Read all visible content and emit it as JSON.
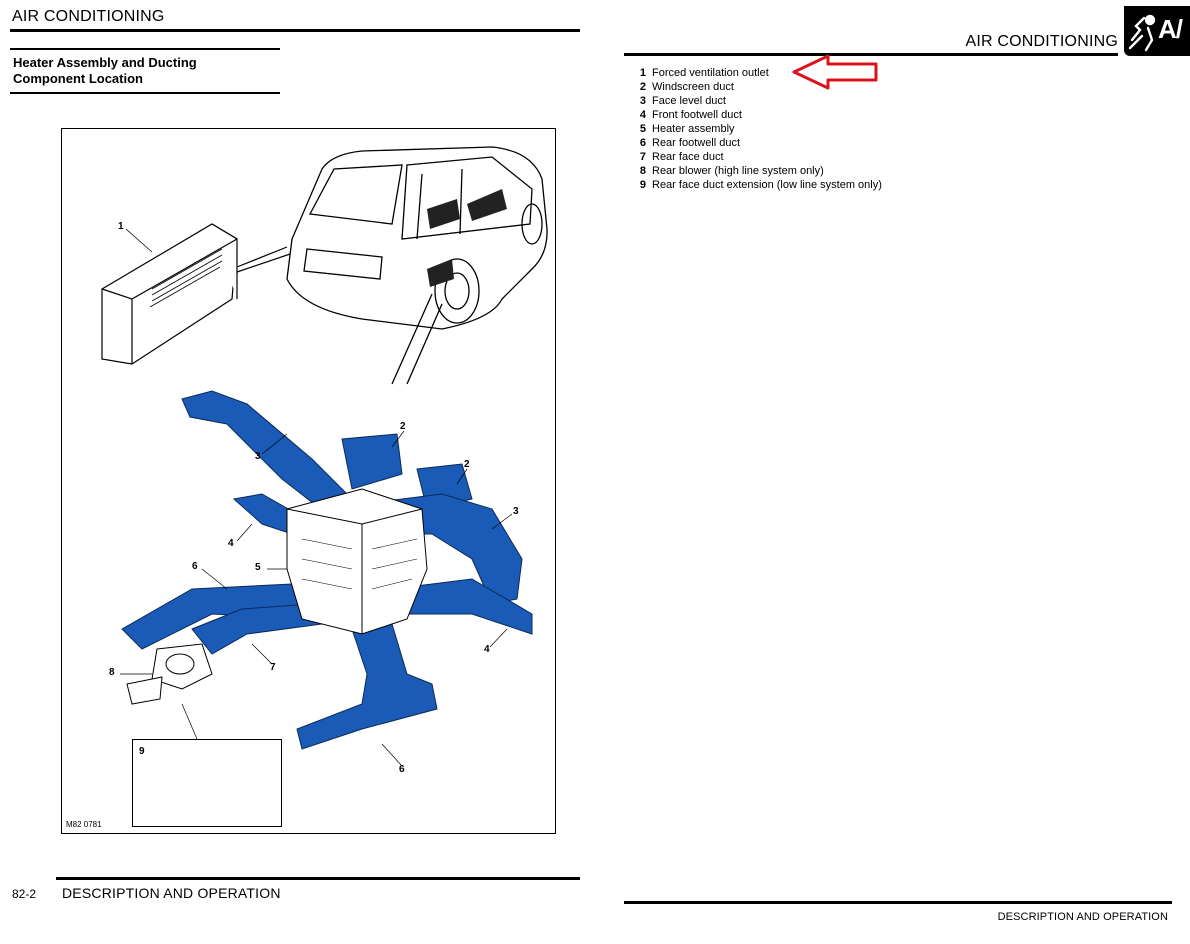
{
  "left_page": {
    "header": "AIR CONDITIONING",
    "section_title_line1": "Heater Assembly and Ducting",
    "section_title_line2": "Component Location",
    "footer_page": "82-2",
    "footer_title": "DESCRIPTION AND OPERATION"
  },
  "right_page": {
    "header": "AIR CONDITIONING",
    "logo_text": "A/",
    "footer_title": "DESCRIPTION AND OPERATION"
  },
  "figure": {
    "ref": "M82 0781",
    "callouts": [
      "1",
      "2",
      "3",
      "2",
      "3",
      "4",
      "5",
      "6",
      "7",
      "8",
      "4",
      "6",
      "9"
    ]
  },
  "legend": [
    {
      "num": "1",
      "text": "Forced ventilation outlet"
    },
    {
      "num": "2",
      "text": "Windscreen duct"
    },
    {
      "num": "3",
      "text": "Face level duct"
    },
    {
      "num": "4",
      "text": "Front footwell duct"
    },
    {
      "num": "5",
      "text": "Heater assembly"
    },
    {
      "num": "6",
      "text": "Rear footwell duct"
    },
    {
      "num": "7",
      "text": "Rear face duct"
    },
    {
      "num": "8",
      "text": "Rear blower (high line system only)"
    },
    {
      "num": "9",
      "text": "Rear face duct extension (low line system only)"
    }
  ],
  "colors": {
    "duct_blue": "#1a5bb8",
    "arrow_red": "#d8141c"
  }
}
